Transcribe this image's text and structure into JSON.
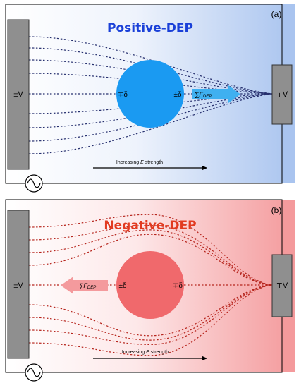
{
  "panels": [
    {
      "id": "a",
      "letter": "(a)",
      "title": "Positive-DEP",
      "title_color": "#1a40d8",
      "tint_color": "#a9c4ef",
      "fieldline_color": "#27306f",
      "particle_color": "#1a9af2",
      "arrow_color": "#3fb0f0",
      "left_electrode_label": "±V",
      "right_electrode_label": "∓V",
      "particle_left_charge": "∓δ",
      "particle_right_charge": "±δ",
      "force_label": "∑F",
      "force_subscript": "DEP",
      "gradient_prefix": "Increasing ",
      "gradient_symbol": "E",
      "gradient_suffix": " strength",
      "source_icon": "ac-source-icon"
    },
    {
      "id": "b",
      "letter": "(b)",
      "title": "Negative-DEP",
      "title_color": "#e23a20",
      "tint_color": "#f49a9c",
      "fieldline_color": "#b6251d",
      "particle_color": "#f0696c",
      "arrow_color": "#f49a9d",
      "left_electrode_label": "±V",
      "right_electrode_label": "∓V",
      "particle_left_charge": "±δ",
      "particle_right_charge": "∓δ",
      "force_label": "∑F",
      "force_subscript": "DEP",
      "gradient_prefix": "Increasing ",
      "gradient_symbol": "E",
      "gradient_suffix": " strength",
      "source_icon": "ac-source-icon"
    }
  ]
}
